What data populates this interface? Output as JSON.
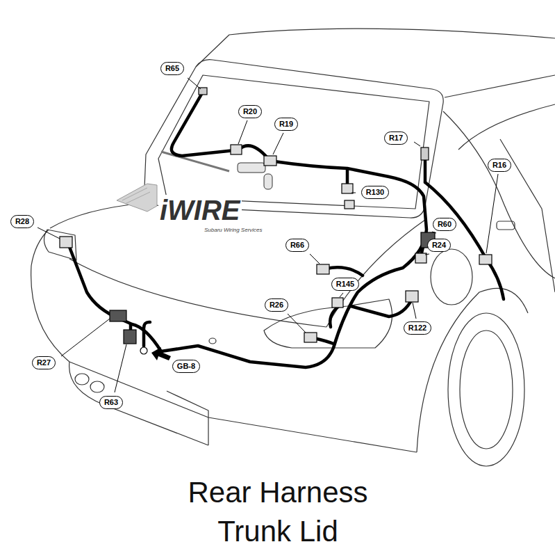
{
  "diagram": {
    "caption": "Rear Harness Trunk Lid",
    "nodes": [
      {
        "text": [
          "R65"
        ]
      },
      {
        "text": [
          "R20"
        ]
      },
      {
        "text": [
          "R19"
        ]
      },
      {
        "text": [
          "R17"
        ]
      },
      {
        "text": [
          "R16"
        ]
      },
      {
        "text": [
          "R130"
        ]
      },
      {
        "text": [
          "R28"
        ]
      },
      {
        "text": [
          "R60"
        ]
      },
      {
        "text": [
          "R66"
        ]
      },
      {
        "text": [
          "R24"
        ]
      },
      {
        "text": [
          "R145"
        ]
      },
      {
        "text": [
          "R26"
        ]
      },
      {
        "text": [
          "R122"
        ]
      },
      {
        "text": [
          "R27"
        ]
      },
      {
        "text": [
          "GB-8"
        ]
      },
      {
        "text": [
          "R63"
        ]
      }
    ],
    "labels": [
      "iWIRE",
      "Subaru Wiring Services"
    ]
  }
}
